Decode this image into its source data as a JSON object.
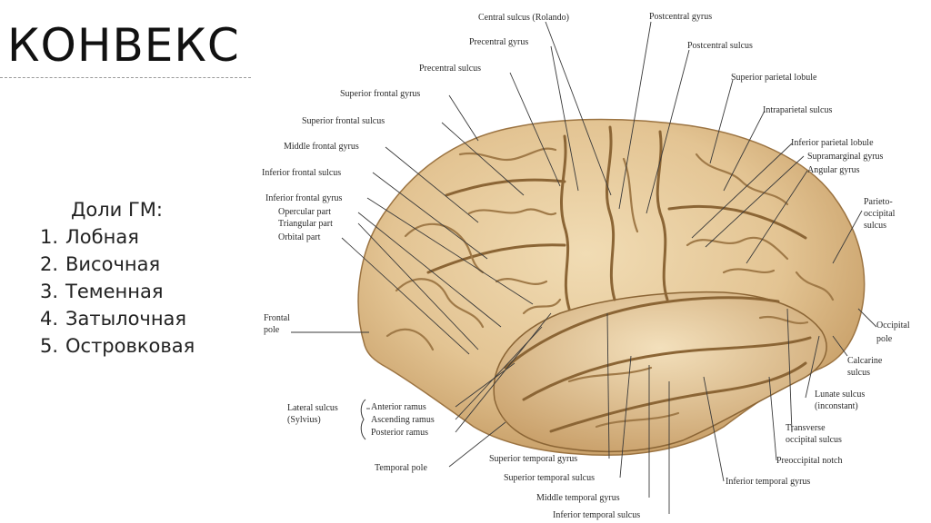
{
  "slide": {
    "title": "КОНВЕКС",
    "lobes_heading": "Доли ГМ:",
    "lobes": [
      {
        "num": "1.",
        "label": "Лобная"
      },
      {
        "num": "2.",
        "label": "Височная"
      },
      {
        "num": "3.",
        "label": "Теменная"
      },
      {
        "num": "4.",
        "label": "Затылочная"
      },
      {
        "num": "5.",
        "label": "Островковая"
      }
    ]
  },
  "figure": {
    "labels": {
      "central_sulcus": "Central sulcus (Rolando)",
      "postcentral_gyrus": "Postcentral gyrus",
      "precentral_gyrus": "Precentral gyrus",
      "postcentral_sulcus": "Postcentral sulcus",
      "precentral_sulcus": "Precentral sulcus",
      "superior_parietal_lobule": "Superior parietal lobule",
      "superior_frontal_gyrus": "Superior frontal gyrus",
      "intraparietal_sulcus": "Intraparietal sulcus",
      "superior_frontal_sulcus": "Superior frontal sulcus",
      "inferior_parietal_lobule": "Inferior parietal lobule",
      "middle_frontal_gyrus": "Middle frontal gyrus",
      "supramarginal_gyrus": "Supramarginal gyrus",
      "inferior_frontal_sulcus": "Inferior frontal sulcus",
      "angular_gyrus": "Angular gyrus",
      "inferior_frontal_gyrus": "Inferior frontal gyrus",
      "opercular_part": "Opercular part",
      "triangular_part": "Triangular part",
      "orbital_part": "Orbital part",
      "parieto_occipital_sulcus_1": "Parieto-",
      "parieto_occipital_sulcus_2": "occipital",
      "parieto_occipital_sulcus_3": "sulcus",
      "frontal_pole_1": "Frontal",
      "frontal_pole_2": "pole",
      "occipital_pole_1": "Occipital",
      "occipital_pole_2": "pole",
      "calcarine_sulcus_1": "Calcarine",
      "calcarine_sulcus_2": "sulcus",
      "lunate_sulcus_1": "Lunate sulcus",
      "lunate_sulcus_2": "(inconstant)",
      "lateral_sulcus_1": "Lateral sulcus",
      "lateral_sulcus_2": "(Sylvius)",
      "anterior_ramus": "Anterior ramus",
      "ascending_ramus": "Ascending ramus",
      "posterior_ramus": "Posterior ramus",
      "transverse_occipital_sulcus_1": "Transverse",
      "transverse_occipital_sulcus_2": "occipital sulcus",
      "temporal_pole": "Temporal pole",
      "preoccipital_notch": "Preoccipital notch",
      "superior_temporal_gyrus": "Superior temporal gyrus",
      "superior_temporal_sulcus": "Superior temporal sulcus",
      "inferior_temporal_gyrus": "Inferior temporal gyrus",
      "middle_temporal_gyrus": "Middle temporal gyrus",
      "inferior_temporal_sulcus": "Inferior temporal sulcus"
    }
  },
  "colors": {
    "brain_fill": "#e3c493",
    "brain_shadow": "#c49a62",
    "brain_light": "#f1dcb4",
    "sulcus": "#8b6535",
    "text": "#222222"
  }
}
